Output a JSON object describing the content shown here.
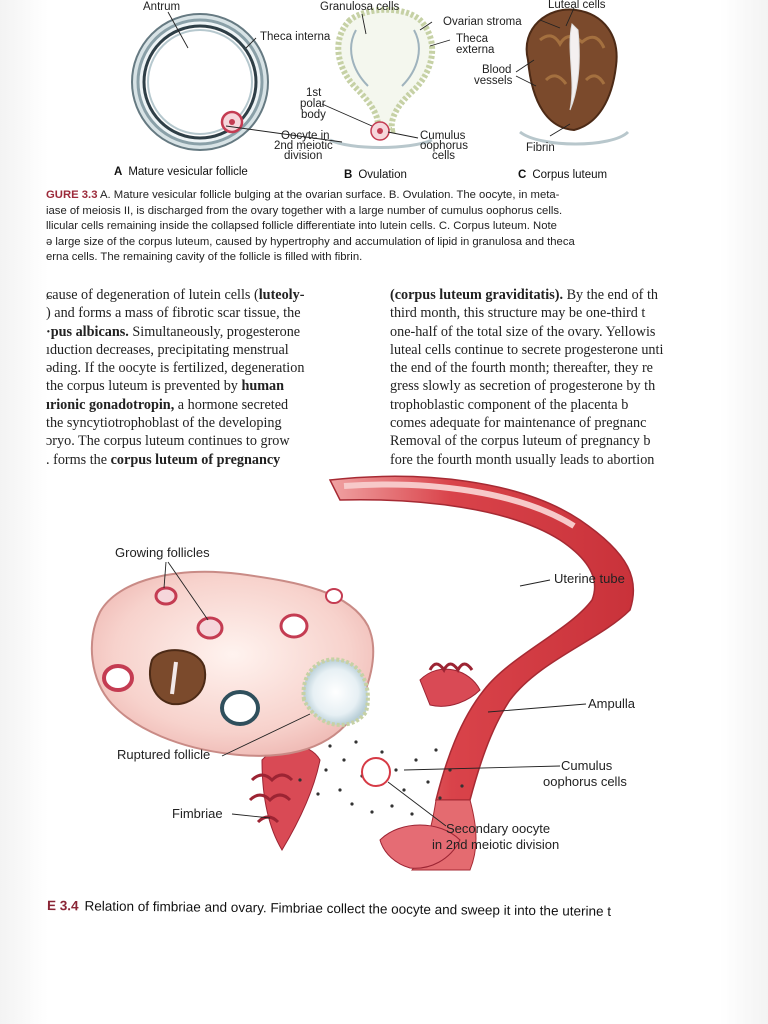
{
  "figure_top": {
    "labels": {
      "antrum": "Antrum",
      "granulosa": "Granulosa cells",
      "luteal": "Luteal cells",
      "theca_interna": "Theca interna",
      "ovarian_stroma": "Ovarian stroma",
      "theca_externa": [
        "Theca",
        "externa"
      ],
      "blood_vessels": [
        "Blood",
        "vessels"
      ],
      "polar_body": [
        "1st",
        "polar",
        "body"
      ],
      "oocyte": [
        "Oocyte in",
        "2nd meiotic",
        "division"
      ],
      "cumulus": [
        "Cumulus",
        "oophorus",
        "cells"
      ],
      "fibrin": "Fibrin"
    },
    "panels": [
      {
        "letter": "A",
        "title": "Mature vesicular follicle"
      },
      {
        "letter": "B",
        "title": "Ovulation"
      },
      {
        "letter": "C",
        "title": "Corpus luteum"
      }
    ]
  },
  "caption_top": {
    "fig": "GURE 3.3",
    "lines": [
      "A. Mature vesicular follicle bulging at the ovarian surface. B. Ovulation. The oocyte, in meta-",
      "iase of meiosis II, is discharged from the ovary together with a large number of cumulus oophorus cells.",
      "llicular cells remaining inside the collapsed follicle differentiate into lutein cells. C. Corpus luteum. Note",
      "ə large size of the corpus luteum, caused by hypertrophy and accumulation of lipid in granulosa and theca",
      "erna cells. The remaining cavity of the follicle is filled with fibrin."
    ]
  },
  "body_left": [
    {
      "pre": "ɕause of degeneration of lutein cells (",
      "bold": "luteoly-",
      "post": ""
    },
    {
      "pre": ") and forms a mass of fibrotic scar tissue, the",
      "bold": "",
      "post": ""
    },
    {
      "pre": "",
      "bold": "·pus albicans.",
      "post": " Simultaneously, progesterone"
    },
    {
      "pre": "ıduction decreases, precipitating menstrual",
      "bold": "",
      "post": ""
    },
    {
      "pre": "əding. If the oocyte is fertilized, degeneration",
      "bold": "",
      "post": ""
    },
    {
      "pre": "the corpus luteum is prevented by ",
      "bold": "human",
      "post": ""
    },
    {
      "pre": "",
      "bold": "ırionic gonadotropin,",
      "post": " a hormone secreted"
    },
    {
      "pre": " the syncytiotrophoblast of the developing",
      "bold": "",
      "post": ""
    },
    {
      "pre": "ɔryo. The corpus luteum continues to grow",
      "bold": "",
      "post": ""
    },
    {
      "pre": ". forms the ",
      "bold": "corpus luteum of pregnancy",
      "post": ""
    }
  ],
  "body_right": [
    {
      "pre": "",
      "bold": "(corpus luteum graviditatis).",
      "post": " By the end of th"
    },
    {
      "pre": "third month, this structure may be one-third t",
      "bold": "",
      "post": ""
    },
    {
      "pre": "one-half of the total size of the ovary. Yellowis",
      "bold": "",
      "post": ""
    },
    {
      "pre": "luteal cells continue to secrete progesterone unti",
      "bold": "",
      "post": ""
    },
    {
      "pre": "the end of the fourth month; thereafter, they re",
      "bold": "",
      "post": ""
    },
    {
      "pre": "gress slowly as secretion of progesterone by th",
      "bold": "",
      "post": ""
    },
    {
      "pre": "trophoblastic component of the placenta b",
      "bold": "",
      "post": ""
    },
    {
      "pre": "comes adequate for maintenance of pregnanc",
      "bold": "",
      "post": ""
    },
    {
      "pre": "Removal of the corpus luteum of pregnancy b",
      "bold": "",
      "post": ""
    },
    {
      "pre": "fore the fourth month usually leads to abortion",
      "bold": "",
      "post": ""
    }
  ],
  "figure_bottom": {
    "labels": {
      "growing_follicles": "Growing follicles",
      "uterine_tube": "Uterine tube",
      "ampulla": "Ampulla",
      "ruptured_follicle": "Ruptured follicle",
      "cumulus": [
        "Cumulus",
        "oophorus cells"
      ],
      "fimbriae": "Fimbriae",
      "secondary_oocyte": [
        "Secondary oocyte",
        "in 2nd meiotic division"
      ]
    }
  },
  "caption_bottom": {
    "fig": "E 3.4",
    "text": "Relation of fimbriae and ovary. Fimbriae collect the oocyte and sweep it into the uterine t"
  },
  "colors": {
    "tube_red": "#d9434a",
    "tube_light": "#f2b3b3",
    "ovary_pink": "#f7d4d0",
    "luteum_brown": "#7b4a2c",
    "figure_caption_red": "#9c2a3a"
  }
}
